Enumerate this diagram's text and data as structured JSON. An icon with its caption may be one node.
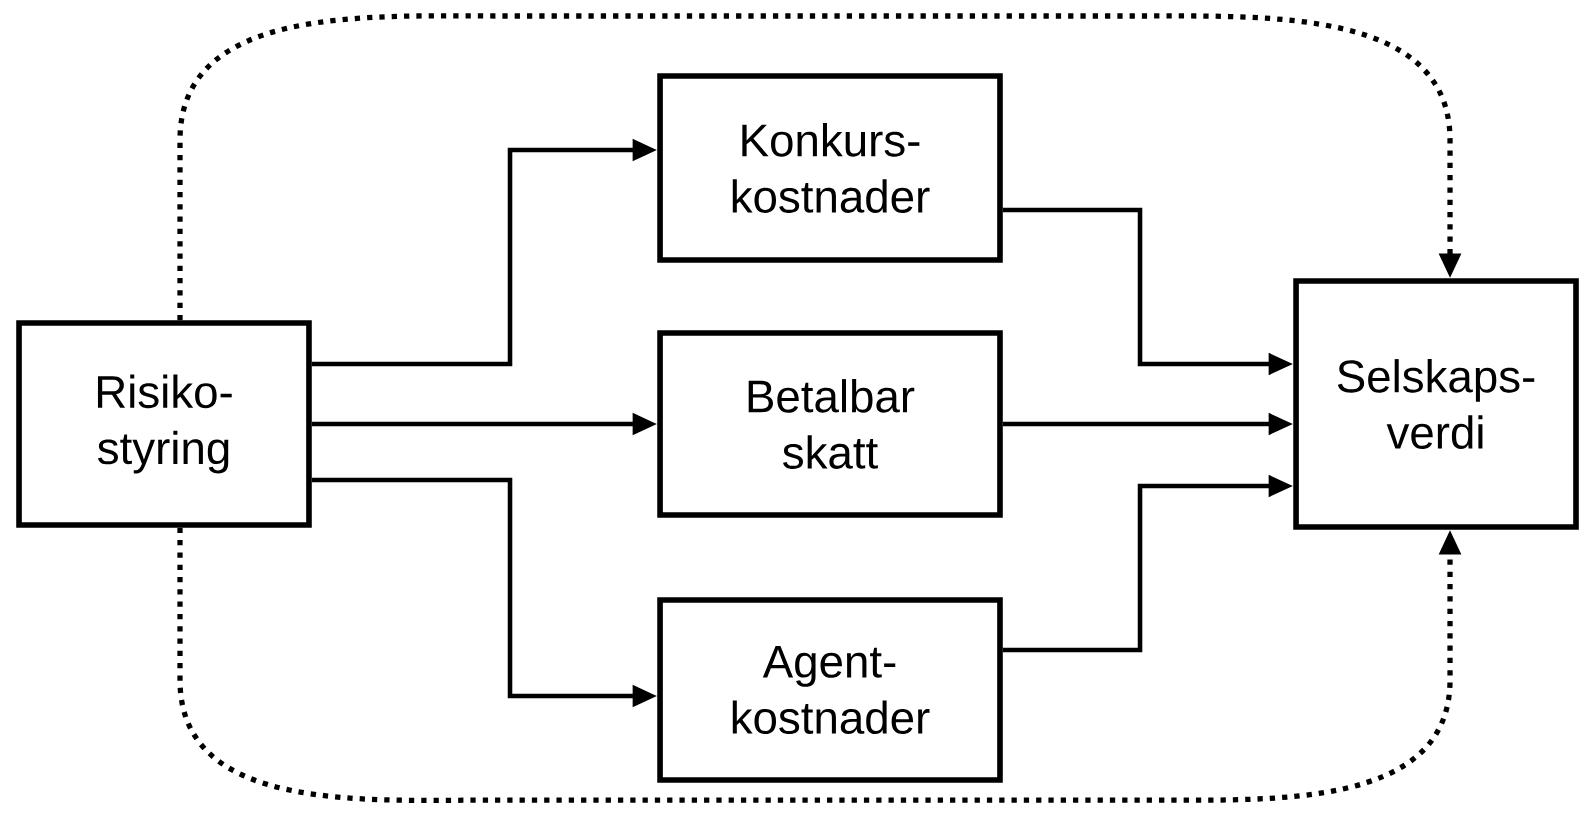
{
  "diagram": {
    "nodes": [
      {
        "text": [
          "Risiko- styring"
        ]
      },
      {
        "text": [
          "Konkurs- kostnader"
        ]
      },
      {
        "text": [
          "Betalbar skatt"
        ]
      },
      {
        "text": [
          "Agent- kostnader"
        ]
      },
      {
        "text": [
          "Selskaps- verdi"
        ]
      }
    ],
    "edges": [
      {
        "from": 0,
        "to": 1,
        "arrow": "to"
      },
      {
        "from": 0,
        "to": 2,
        "arrow": "to"
      },
      {
        "from": 0,
        "to": 3,
        "arrow": "to"
      },
      {
        "from": 1,
        "to": 4,
        "arrow": "to"
      },
      {
        "from": 2,
        "to": 4,
        "arrow": "to"
      },
      {
        "from": 3,
        "to": 4,
        "arrow": "to"
      },
      {
        "from": 0,
        "to": 4,
        "arrow": "to",
        "style": "dashed"
      },
      {
        "from": 0,
        "to": 4,
        "arrow": "to",
        "style": "dashed"
      }
    ]
  }
}
